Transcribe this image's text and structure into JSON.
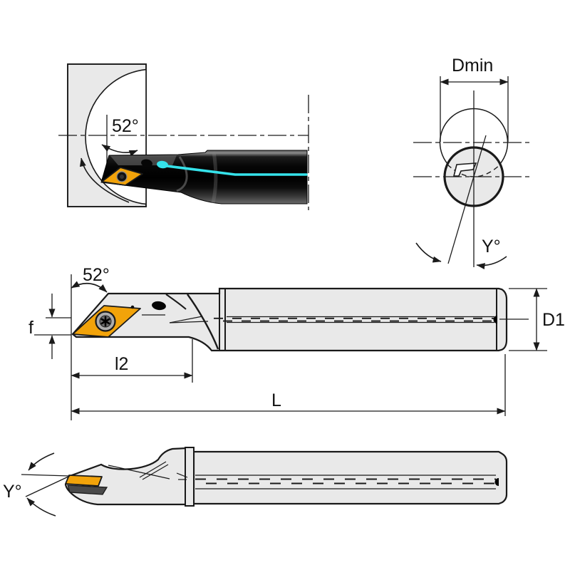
{
  "drawing": {
    "bore_section_view": {
      "lead_angle_label": "52°"
    },
    "end_view": {
      "dmin_label": "Dmin",
      "gamma_label": "Y°"
    },
    "side_view": {
      "lead_angle_label": "52°",
      "f_label": "f",
      "l2_label": "l2",
      "length_label": "L",
      "d1_label": "D1"
    },
    "top_view": {
      "gamma_label": "Y°"
    }
  },
  "colors": {
    "line": "#1a1a1a",
    "metal_light": "#e9e9e9",
    "insert_gold": "#f2a30a",
    "coolant_cyan": "#35e2ea",
    "tool_dark": "#0a0a0a",
    "screw_gray": "#adadad"
  }
}
